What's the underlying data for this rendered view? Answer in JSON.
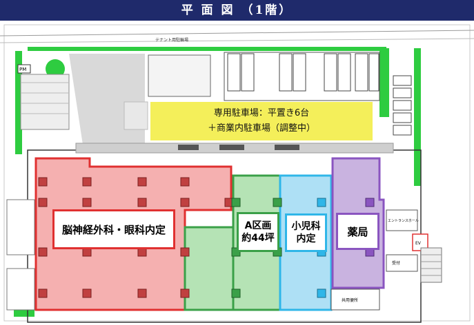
{
  "title": "平 面 図 （1階）",
  "parking": {
    "line1": "専用駐車場：平置き6台",
    "line2": "＋商業内駐車場（調整中）"
  },
  "units": {
    "neuro_label": "脳神経外科・眼科内定",
    "a_line1": "A区画",
    "a_line2": "約44坪",
    "ped_line1": "小児科",
    "ped_line2": "内定",
    "pharmacy_label": "薬局"
  },
  "small_notes": {
    "pm": "PM",
    "tenant_bike": "テナント用駐輪場",
    "entrance_hall": "エントランスホール",
    "reception": "受付",
    "elevator": "EV",
    "shared_toilet": "共用便所"
  },
  "colors": {
    "title_bg": "#1f2a6b",
    "neuro": "#e03030",
    "area_a": "#3aa048",
    "pediatrics": "#2fb6e8",
    "pharmacy": "#8a55c0",
    "parking_highlight": "#f4ef5a",
    "greenery": "#2ecc40"
  }
}
